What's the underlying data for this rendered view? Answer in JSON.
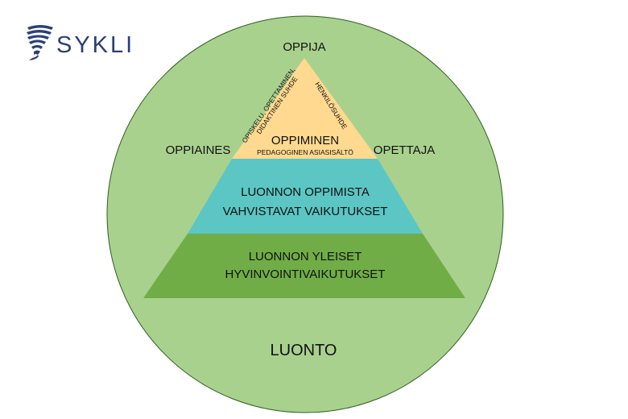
{
  "logo": {
    "text": "SYKLI",
    "color": "#2b3f7a"
  },
  "outer": {
    "label": "LUONTO",
    "color": "#a9d18e"
  },
  "corners": {
    "top": "OPPIJA",
    "left": "OPPIAINES",
    "right": "OPETTAJA"
  },
  "levels": {
    "top": {
      "title": "OPPIMINEN",
      "subtitle": "PEDAGOGINEN ASIASISÄLTÖ",
      "color": "#ffd98f"
    },
    "middle": {
      "line1": "LUONNON OPPIMISTA",
      "line2": "VAHVISTAVAT VAIKUTUKSET",
      "color": "#5bc6c4"
    },
    "bottom": {
      "line1": "LUONNON YLEISET",
      "line2": "HYVINVOINTIVAIKUTUKSET",
      "color": "#70ad47"
    }
  },
  "edges": {
    "left_line1": "OPISKELU, OPETTAMINEN,",
    "left_line2": "DIDAKTINEN SUHDE",
    "right": "HENKILÖSUHDE"
  }
}
